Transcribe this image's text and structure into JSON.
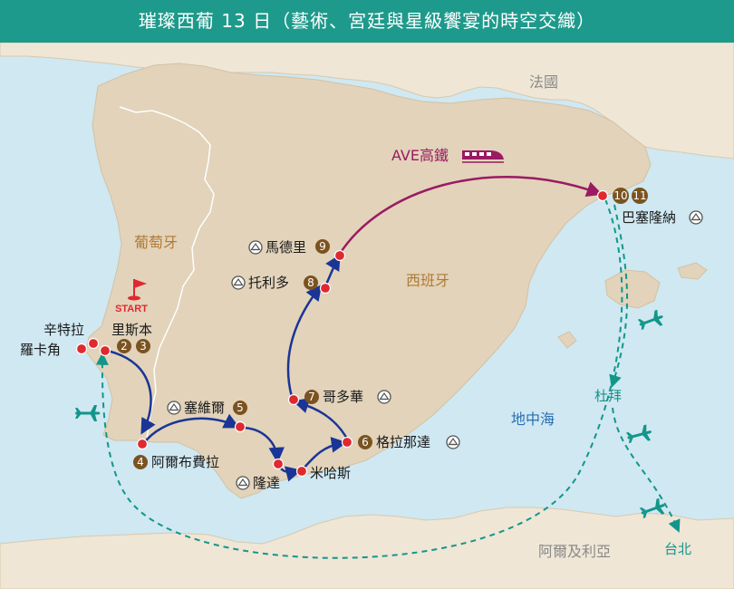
{
  "title": "璀璨西葡 13 日（藝術、宮廷與星級饗宴的時空交織）",
  "colors": {
    "title_bg": "#1e9a8c",
    "sea": "#cfe8f2",
    "land_main": "#efe6d6",
    "land_iberia": "#e2d3ba",
    "route_blue": "#1a3596",
    "route_purple": "#9a1a63",
    "flight_teal": "#13968a",
    "city_dot": "#e0282f",
    "badge": "#7b5320",
    "region_text": "#b07a33"
  },
  "regions": {
    "france": "法國",
    "portugal": "葡萄牙",
    "spain": "西班牙",
    "mediterranean": "地中海",
    "algeria": "阿爾及利亞"
  },
  "start_label": "START",
  "ave_label": "AVE高鐵",
  "cities": {
    "rome_cape": "羅卡角",
    "sintra": "辛特拉",
    "lisbon": "里斯本",
    "albufeira": "阿爾布費拉",
    "seville": "塞維爾",
    "ronda": "隆達",
    "mijas": "米哈斯",
    "granada": "格拉那達",
    "cordoba": "哥多華",
    "toledo": "托利多",
    "madrid": "馬德里",
    "barcelona": "巴塞隆納",
    "dubai": "杜拜",
    "taipei": "台北"
  },
  "days": {
    "lisbon_a": "2",
    "lisbon_b": "3",
    "albufeira": "4",
    "seville": "5",
    "granada": "6",
    "cordoba": "7",
    "toledo": "8",
    "madrid": "9",
    "barcelona_a": "10",
    "barcelona_b": "11"
  },
  "icons": {
    "unesco": "unesco-heritage-icon",
    "airplane": "airplane-icon",
    "train": "train-icon",
    "start_flag": "flag-icon"
  }
}
